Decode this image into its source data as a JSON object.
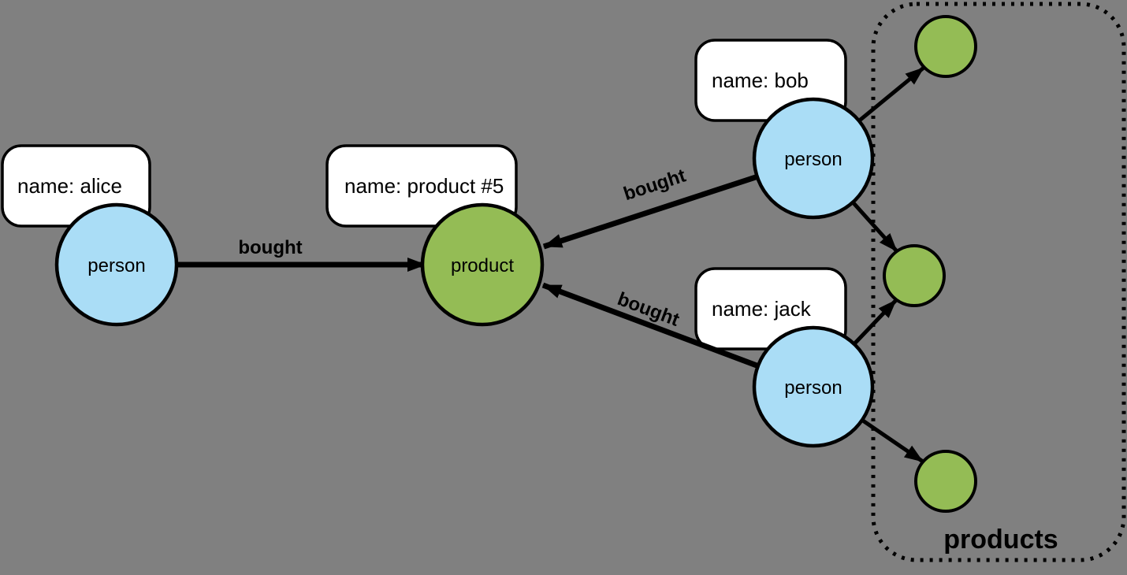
{
  "colors": {
    "background": "#808080",
    "person_fill": "#AADDF6",
    "product_fill": "#94BC55",
    "box_fill": "#FFFFFF",
    "stroke": "#000000"
  },
  "nodes": {
    "alice": {
      "label": "person",
      "property": "name: alice"
    },
    "bob": {
      "label": "person",
      "property": "name: bob"
    },
    "jack": {
      "label": "person",
      "property": "name: jack"
    },
    "product5": {
      "label": "product",
      "property": "name: product #5"
    }
  },
  "edges": {
    "alice_to_product": {
      "label": "bought"
    },
    "bob_to_product": {
      "label": "bought"
    },
    "jack_to_product": {
      "label": "bought"
    }
  },
  "group": {
    "label": "products"
  }
}
